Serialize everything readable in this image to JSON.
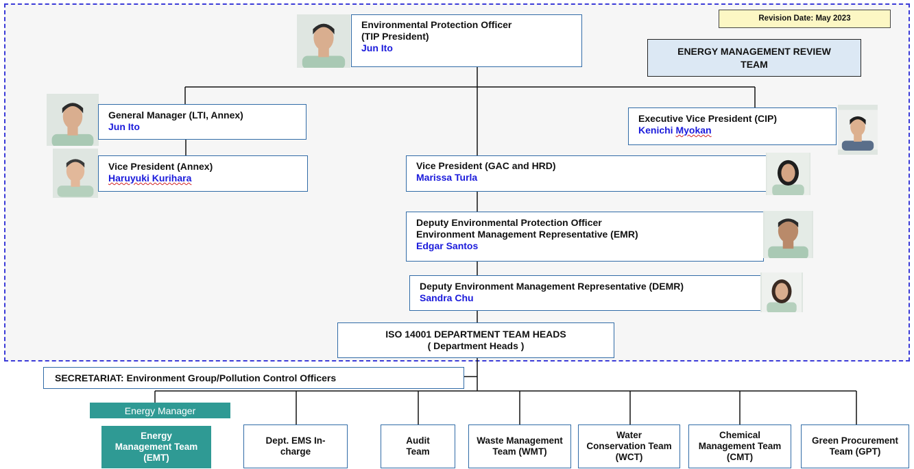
{
  "revision": "Revision Date: May 2023",
  "review_team": "ENERGY MANAGEMENT REVIEW TEAM",
  "top": {
    "title1": "Environmental Protection Officer",
    "title2": "(TIP President)",
    "name": "Jun Ito"
  },
  "gm": {
    "title": "General Manager (LTI, Annex)",
    "name": "Jun Ito"
  },
  "vp_annex": {
    "title": "Vice President (Annex)",
    "name": "Haruyuki Kurihara"
  },
  "evp": {
    "title": "Executive Vice President (CIP)",
    "name_first": "Kenichi",
    "name_last": "Myokan"
  },
  "vp_gac": {
    "title": "Vice President (GAC and HRD)",
    "name": "Marissa Turla"
  },
  "deputy_epo": {
    "title1": "Deputy Environmental Protection Officer",
    "title2": "Environment Management Representative (EMR)",
    "name": "Edgar Santos"
  },
  "demr": {
    "title": "Deputy Environment Management Representative (DEMR)",
    "name": "Sandra Chu"
  },
  "iso": {
    "line1": "ISO 14001 DEPARTMENT TEAM HEADS",
    "line2": "( Department Heads )"
  },
  "secretariat": "SECRETARIAT: Environment Group/Pollution Control Officers",
  "energy_manager": "Energy Manager",
  "teams": [
    {
      "label": "Energy Management Team (EMT)"
    },
    {
      "label": "Dept. EMS In-charge"
    },
    {
      "label": "Audit Team"
    },
    {
      "label": "Waste Management Team (WMT)"
    },
    {
      "label": "Water Conservation Team (WCT)"
    },
    {
      "label": "Chemical Management Team (CMT)"
    },
    {
      "label": "Green Procurement Team (GPT)"
    }
  ],
  "colors": {
    "box_border": "#2f6aa6",
    "name_text": "#1a1adb",
    "accent_teal": "#2f9a94",
    "review_fill": "#dce8f4",
    "revision_fill": "#fcf7c4",
    "dashed_border": "#3a3ad8"
  }
}
